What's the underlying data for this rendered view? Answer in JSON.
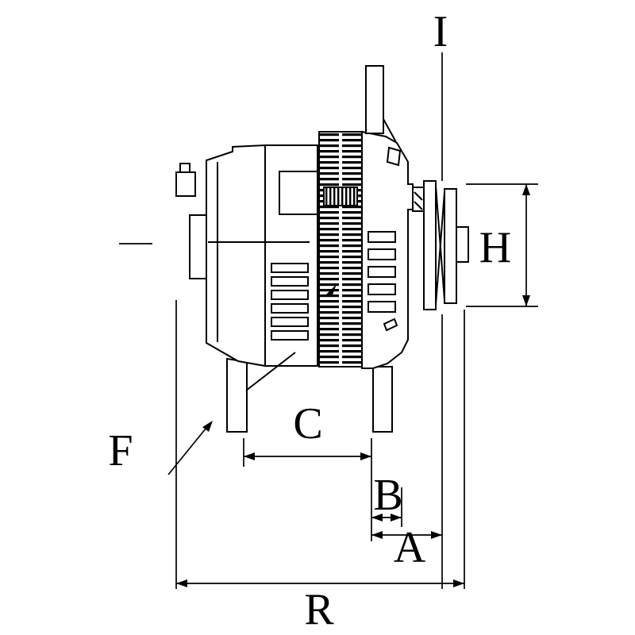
{
  "drawing": {
    "background_color": "#ffffff",
    "line_color": "#000000",
    "labels": {
      "i": "I",
      "h": "H",
      "c": "C",
      "b": "B",
      "a": "A",
      "r": "R",
      "f": "F"
    }
  }
}
